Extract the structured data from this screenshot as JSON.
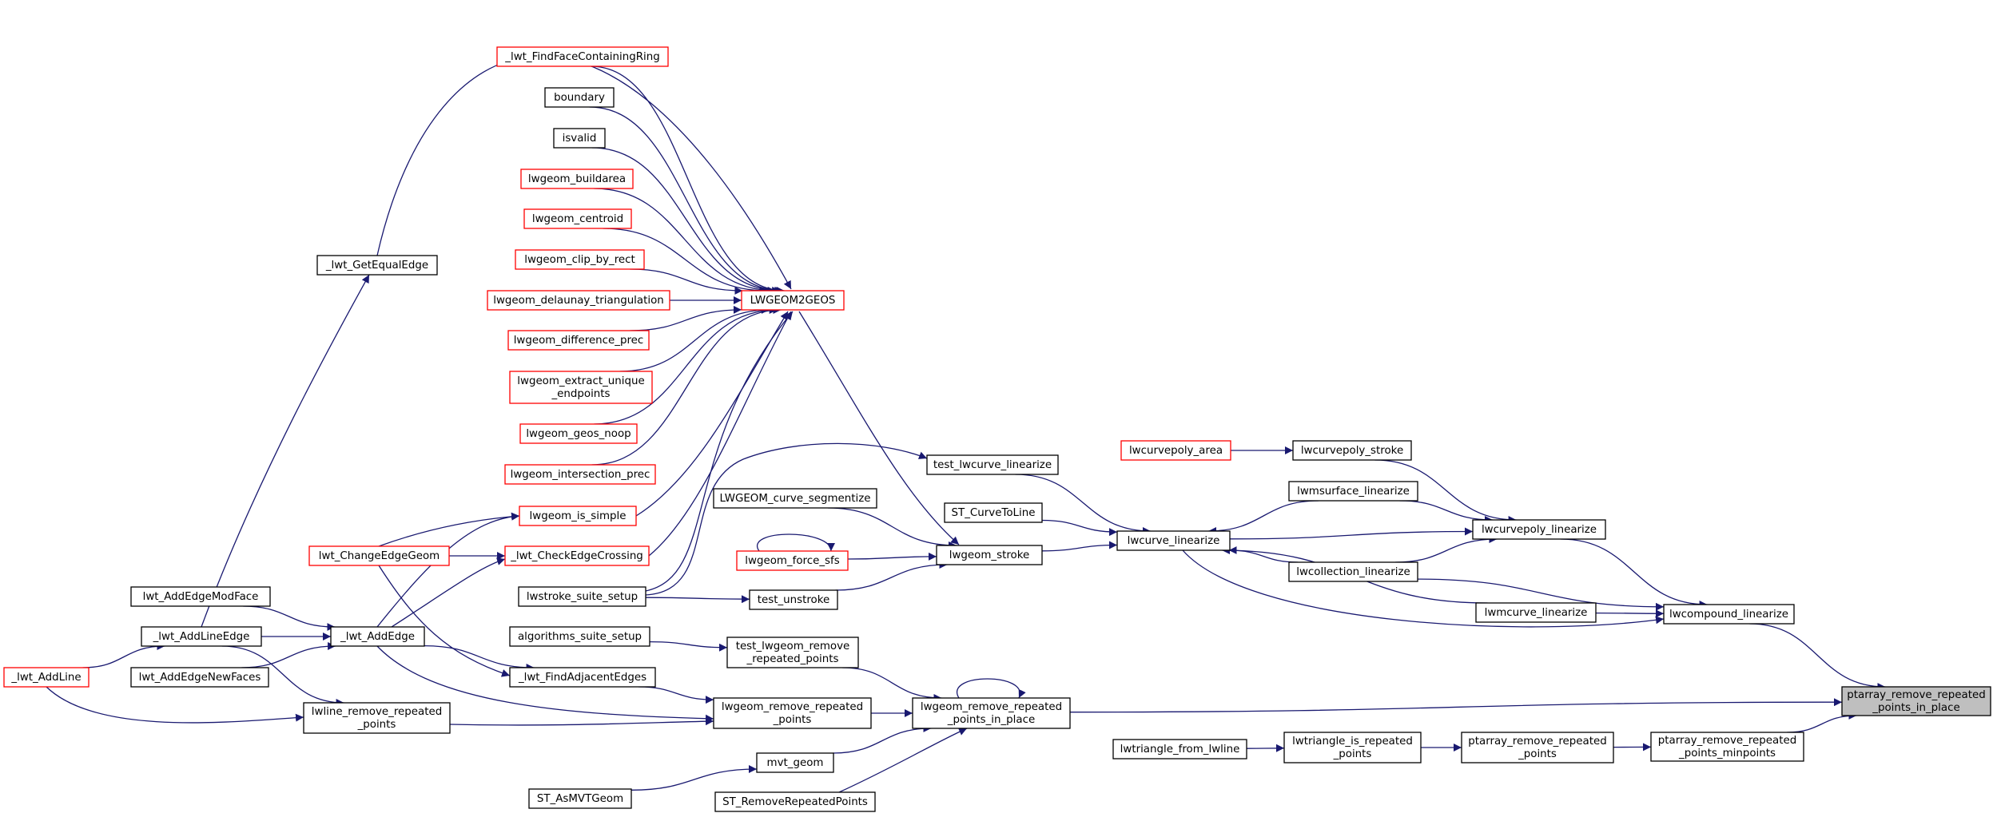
{
  "graph": {
    "colors": {
      "edge": "#191970",
      "node_border_normal": "#000000",
      "node_border_truncated": "#ff0000",
      "node_fill": "#ffffff",
      "root_fill": "#bfbfbf",
      "text": "#000000"
    },
    "nodes": [
      {
        "id": "ptarray_rrp_in_place",
        "lines": [
          "ptarray_remove_repeated",
          "_points_in_place"
        ],
        "style": "root"
      },
      {
        "id": "lwcompound_linearize",
        "lines": [
          "lwcompound_linearize"
        ],
        "style": "normal"
      },
      {
        "id": "ptarray_rrp_minpoints",
        "lines": [
          "ptarray_remove_repeated",
          "_points_minpoints"
        ],
        "style": "normal"
      },
      {
        "id": "lwcurvepoly_linearize",
        "lines": [
          "lwcurvepoly_linearize"
        ],
        "style": "normal"
      },
      {
        "id": "lwmcurve_linearize",
        "lines": [
          "lwmcurve_linearize"
        ],
        "style": "normal"
      },
      {
        "id": "lwcurve_linearize",
        "lines": [
          "lwcurve_linearize"
        ],
        "style": "normal"
      },
      {
        "id": "lwcurvepoly_stroke",
        "lines": [
          "lwcurvepoly_stroke"
        ],
        "style": "normal"
      },
      {
        "id": "lwmsurface_linearize",
        "lines": [
          "lwmsurface_linearize"
        ],
        "style": "normal"
      },
      {
        "id": "lwcollection_linearize",
        "lines": [
          "lwcollection_linearize"
        ],
        "style": "normal"
      },
      {
        "id": "lwcurvepoly_area",
        "lines": [
          "lwcurvepoly_area"
        ],
        "style": "truncated"
      },
      {
        "id": "test_lwcurve_linearize",
        "lines": [
          "test_lwcurve_linearize"
        ],
        "style": "normal"
      },
      {
        "id": "ST_CurveToLine",
        "lines": [
          "ST_CurveToLine"
        ],
        "style": "normal"
      },
      {
        "id": "lwgeom_stroke",
        "lines": [
          "lwgeom_stroke"
        ],
        "style": "normal"
      },
      {
        "id": "LWGEOM_curve_segmentize",
        "lines": [
          "LWGEOM_curve_segmentize"
        ],
        "style": "normal"
      },
      {
        "id": "lwgeom_force_sfs",
        "lines": [
          "lwgeom_force_sfs"
        ],
        "style": "truncated"
      },
      {
        "id": "test_unstroke",
        "lines": [
          "test_unstroke"
        ],
        "style": "normal"
      },
      {
        "id": "lwstroke_suite_setup",
        "lines": [
          "lwstroke_suite_setup"
        ],
        "style": "normal"
      },
      {
        "id": "LWGEOM2GEOS",
        "lines": [
          "LWGEOM2GEOS"
        ],
        "style": "truncated"
      },
      {
        "id": "_lwt_FindFaceContainingRing",
        "lines": [
          "_lwt_FindFaceContainingRing"
        ],
        "style": "truncated"
      },
      {
        "id": "boundary",
        "lines": [
          "boundary"
        ],
        "style": "normal"
      },
      {
        "id": "isvalid",
        "lines": [
          "isvalid"
        ],
        "style": "normal"
      },
      {
        "id": "lwgeom_buildarea",
        "lines": [
          "lwgeom_buildarea"
        ],
        "style": "truncated"
      },
      {
        "id": "lwgeom_centroid",
        "lines": [
          "lwgeom_centroid"
        ],
        "style": "truncated"
      },
      {
        "id": "lwgeom_clip_by_rect",
        "lines": [
          "lwgeom_clip_by_rect"
        ],
        "style": "truncated"
      },
      {
        "id": "lwgeom_delaunay_triangulation",
        "lines": [
          "lwgeom_delaunay_triangulation"
        ],
        "style": "truncated"
      },
      {
        "id": "lwgeom_difference_prec",
        "lines": [
          "lwgeom_difference_prec"
        ],
        "style": "truncated"
      },
      {
        "id": "lwgeom_extract_unique_endpoints",
        "lines": [
          "lwgeom_extract_unique",
          "_endpoints"
        ],
        "style": "truncated"
      },
      {
        "id": "lwgeom_geos_noop",
        "lines": [
          "lwgeom_geos_noop"
        ],
        "style": "truncated"
      },
      {
        "id": "lwgeom_intersection_prec",
        "lines": [
          "lwgeom_intersection_prec"
        ],
        "style": "truncated"
      },
      {
        "id": "lwgeom_is_simple",
        "lines": [
          "lwgeom_is_simple"
        ],
        "style": "truncated"
      },
      {
        "id": "_lwt_CheckEdgeCrossing",
        "lines": [
          "_lwt_CheckEdgeCrossing"
        ],
        "style": "truncated"
      },
      {
        "id": "_lwt_GetEqualEdge",
        "lines": [
          "_lwt_GetEqualEdge"
        ],
        "style": "normal"
      },
      {
        "id": "lwt_ChangeEdgeGeom",
        "lines": [
          "lwt_ChangeEdgeGeom"
        ],
        "style": "truncated"
      },
      {
        "id": "lwt_AddEdgeModFace",
        "lines": [
          "lwt_AddEdgeModFace"
        ],
        "style": "normal"
      },
      {
        "id": "_lwt_AddLineEdge",
        "lines": [
          "_lwt_AddLineEdge"
        ],
        "style": "normal"
      },
      {
        "id": "_lwt_AddEdge",
        "lines": [
          "_lwt_AddEdge"
        ],
        "style": "normal"
      },
      {
        "id": "_lwt_AddLine",
        "lines": [
          "_lwt_AddLine"
        ],
        "style": "truncated"
      },
      {
        "id": "lwt_AddEdgeNewFaces",
        "lines": [
          "lwt_AddEdgeNewFaces"
        ],
        "style": "normal"
      },
      {
        "id": "algorithms_suite_setup",
        "lines": [
          "algorithms_suite_setup"
        ],
        "style": "normal"
      },
      {
        "id": "_lwt_FindAdjacentEdges",
        "lines": [
          "_lwt_FindAdjacentEdges"
        ],
        "style": "normal"
      },
      {
        "id": "test_lwgeom_remove_repeated_points",
        "lines": [
          "test_lwgeom_remove",
          "_repeated_points"
        ],
        "style": "normal"
      },
      {
        "id": "lwgeom_remove_repeated_points",
        "lines": [
          "lwgeom_remove_repeated",
          "_points"
        ],
        "style": "normal"
      },
      {
        "id": "lwgeom_rrp_in_place",
        "lines": [
          "lwgeom_remove_repeated",
          "_points_in_place"
        ],
        "style": "normal"
      },
      {
        "id": "lwline_remove_repeated_points",
        "lines": [
          "lwline_remove_repeated",
          "_points"
        ],
        "style": "normal"
      },
      {
        "id": "mvt_geom",
        "lines": [
          "mvt_geom"
        ],
        "style": "normal"
      },
      {
        "id": "ST_AsMVTGeom",
        "lines": [
          "ST_AsMVTGeom"
        ],
        "style": "normal"
      },
      {
        "id": "ST_RemoveRepeatedPoints",
        "lines": [
          "ST_RemoveRepeatedPoints"
        ],
        "style": "normal"
      },
      {
        "id": "lwtriangle_from_lwline",
        "lines": [
          "lwtriangle_from_lwline"
        ],
        "style": "normal"
      },
      {
        "id": "lwtriangle_is_repeated_points",
        "lines": [
          "lwtriangle_is_repeated",
          "_points"
        ],
        "style": "normal"
      },
      {
        "id": "ptarray_remove_repeated_points",
        "lines": [
          "ptarray_remove_repeated",
          "_points"
        ],
        "style": "normal"
      }
    ],
    "edges": [
      {
        "from": "lwcompound_linearize",
        "to": "ptarray_rrp_in_place"
      },
      {
        "from": "lwgeom_rrp_in_place",
        "to": "ptarray_rrp_in_place"
      },
      {
        "from": "ptarray_rrp_minpoints",
        "to": "ptarray_rrp_in_place"
      },
      {
        "from": "lwcurvepoly_linearize",
        "to": "lwcompound_linearize"
      },
      {
        "from": "lwcollection_linearize",
        "to": "lwcompound_linearize"
      },
      {
        "from": "lwmcurve_linearize",
        "to": "lwcompound_linearize"
      },
      {
        "from": "lwcurve_linearize",
        "to": "lwcompound_linearize"
      },
      {
        "from": "lwcurvepoly_stroke",
        "to": "lwcurvepoly_linearize"
      },
      {
        "from": "lwmsurface_linearize",
        "to": "lwcurvepoly_linearize"
      },
      {
        "from": "lwcurve_linearize",
        "to": "lwcurvepoly_linearize"
      },
      {
        "from": "lwcollection_linearize",
        "to": "lwcurvepoly_linearize"
      },
      {
        "from": "lwcurvepoly_area",
        "to": "lwcurvepoly_stroke"
      },
      {
        "from": "lwmsurface_linearize",
        "to": "lwcurve_linearize"
      },
      {
        "from": "lwcollection_linearize",
        "to": "lwcurve_linearize"
      },
      {
        "from": "lwmcurve_linearize",
        "to": "lwcurve_linearize"
      },
      {
        "from": "test_lwcurve_linearize",
        "to": "lwcurve_linearize"
      },
      {
        "from": "ST_CurveToLine",
        "to": "lwcurve_linearize"
      },
      {
        "from": "lwgeom_stroke",
        "to": "lwcurve_linearize"
      },
      {
        "from": "lwstroke_suite_setup",
        "to": "test_lwcurve_linearize"
      },
      {
        "from": "LWGEOM_curve_segmentize",
        "to": "lwgeom_stroke"
      },
      {
        "from": "lwgeom_force_sfs",
        "to": "lwgeom_stroke"
      },
      {
        "from": "test_unstroke",
        "to": "lwgeom_stroke"
      },
      {
        "from": "LWGEOM2GEOS",
        "to": "lwgeom_stroke"
      },
      {
        "from": "lwgeom_force_sfs",
        "to": "lwgeom_force_sfs"
      },
      {
        "from": "lwstroke_suite_setup",
        "to": "test_unstroke"
      },
      {
        "from": "_lwt_FindFaceContainingRing",
        "to": "LWGEOM2GEOS"
      },
      {
        "from": "boundary",
        "to": "LWGEOM2GEOS"
      },
      {
        "from": "isvalid",
        "to": "LWGEOM2GEOS"
      },
      {
        "from": "lwgeom_buildarea",
        "to": "LWGEOM2GEOS"
      },
      {
        "from": "lwgeom_centroid",
        "to": "LWGEOM2GEOS"
      },
      {
        "from": "lwgeom_clip_by_rect",
        "to": "LWGEOM2GEOS"
      },
      {
        "from": "lwgeom_delaunay_triangulation",
        "to": "LWGEOM2GEOS"
      },
      {
        "from": "lwgeom_difference_prec",
        "to": "LWGEOM2GEOS"
      },
      {
        "from": "lwgeom_extract_unique_endpoints",
        "to": "LWGEOM2GEOS"
      },
      {
        "from": "lwgeom_geos_noop",
        "to": "LWGEOM2GEOS"
      },
      {
        "from": "lwgeom_intersection_prec",
        "to": "LWGEOM2GEOS"
      },
      {
        "from": "lwgeom_is_simple",
        "to": "LWGEOM2GEOS"
      },
      {
        "from": "_lwt_CheckEdgeCrossing",
        "to": "LWGEOM2GEOS"
      },
      {
        "from": "_lwt_GetEqualEdge",
        "to": "LWGEOM2GEOS"
      },
      {
        "from": "lwstroke_suite_setup",
        "to": "LWGEOM2GEOS"
      },
      {
        "from": "lwt_ChangeEdgeGeom",
        "to": "lwgeom_is_simple"
      },
      {
        "from": "_lwt_AddEdge",
        "to": "lwgeom_is_simple"
      },
      {
        "from": "lwt_ChangeEdgeGeom",
        "to": "_lwt_CheckEdgeCrossing"
      },
      {
        "from": "_lwt_AddEdge",
        "to": "_lwt_CheckEdgeCrossing"
      },
      {
        "from": "_lwt_AddLineEdge",
        "to": "_lwt_GetEqualEdge"
      },
      {
        "from": "lwt_ChangeEdgeGeom",
        "to": "_lwt_FindAdjacentEdges"
      },
      {
        "from": "lwt_AddEdgeModFace",
        "to": "_lwt_AddEdge"
      },
      {
        "from": "_lwt_AddLineEdge",
        "to": "_lwt_AddEdge"
      },
      {
        "from": "lwt_AddEdgeNewFaces",
        "to": "_lwt_AddEdge"
      },
      {
        "from": "_lwt_AddLine",
        "to": "_lwt_AddLineEdge"
      },
      {
        "from": "_lwt_AddEdge",
        "to": "_lwt_FindAdjacentEdges"
      },
      {
        "from": "_lwt_AddEdge",
        "to": "lwgeom_remove_repeated_points"
      },
      {
        "from": "_lwt_AddLineEdge",
        "to": "lwline_remove_repeated_points"
      },
      {
        "from": "_lwt_AddLine",
        "to": "lwline_remove_repeated_points"
      },
      {
        "from": "algorithms_suite_setup",
        "to": "test_lwgeom_remove_repeated_points"
      },
      {
        "from": "_lwt_FindAdjacentEdges",
        "to": "lwgeom_remove_repeated_points"
      },
      {
        "from": "test_lwgeom_remove_repeated_points",
        "to": "lwgeom_rrp_in_place"
      },
      {
        "from": "lwgeom_remove_repeated_points",
        "to": "lwgeom_rrp_in_place"
      },
      {
        "from": "lwline_remove_repeated_points",
        "to": "lwgeom_remove_repeated_points"
      },
      {
        "from": "lwgeom_rrp_in_place",
        "to": "lwgeom_rrp_in_place"
      },
      {
        "from": "mvt_geom",
        "to": "lwgeom_rrp_in_place"
      },
      {
        "from": "ST_RemoveRepeatedPoints",
        "to": "lwgeom_rrp_in_place"
      },
      {
        "from": "ST_AsMVTGeom",
        "to": "mvt_geom"
      },
      {
        "from": "lwtriangle_from_lwline",
        "to": "lwtriangle_is_repeated_points"
      },
      {
        "from": "lwtriangle_is_repeated_points",
        "to": "ptarray_remove_repeated_points"
      },
      {
        "from": "ptarray_remove_repeated_points",
        "to": "ptarray_rrp_minpoints"
      }
    ]
  }
}
